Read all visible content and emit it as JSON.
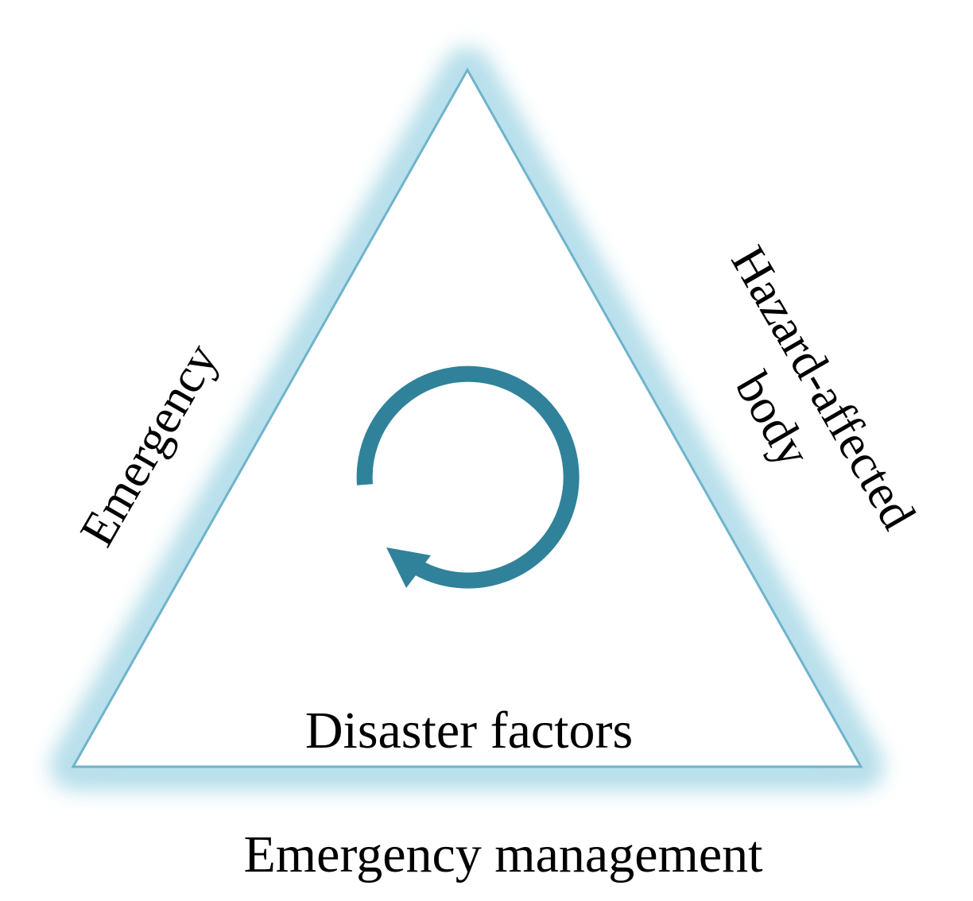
{
  "labels": {
    "left_side": "Emergency",
    "right_side_line1": "Hazard-affected",
    "right_side_line2": "body",
    "inner_bottom": "Disaster factors",
    "outer_bottom": "Emergency management"
  },
  "icons": {
    "center": "cycle-arrow-icon"
  },
  "colors": {
    "glow": "#a9d8e6",
    "edge": "#6fb3cc",
    "cycle_arrow": "#2f8299",
    "text": "#000000",
    "background": "#ffffff"
  }
}
